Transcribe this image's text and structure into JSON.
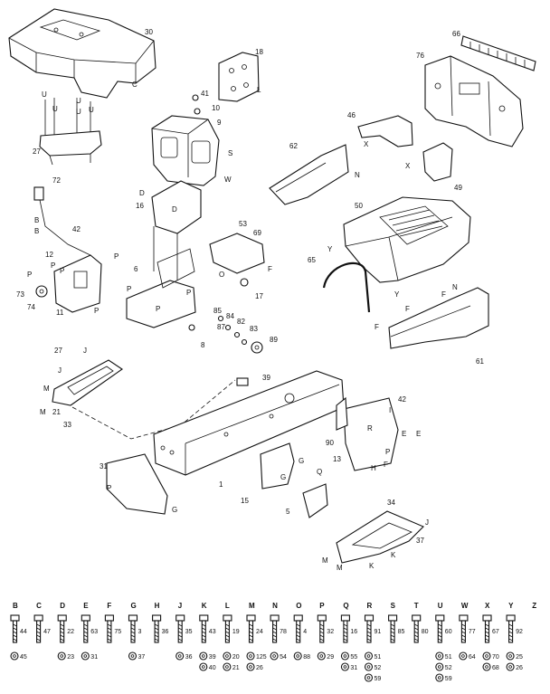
{
  "callouts": [
    {
      "id": "c30",
      "text": "30"
    },
    {
      "id": "cC1",
      "text": "C"
    },
    {
      "id": "c27",
      "text": "27"
    },
    {
      "id": "cU1",
      "text": "U"
    },
    {
      "id": "cU2",
      "text": "U"
    },
    {
      "id": "cU3",
      "text": "U"
    },
    {
      "id": "cU4",
      "text": "U"
    },
    {
      "id": "cU5",
      "text": "U"
    },
    {
      "id": "c18",
      "text": "18"
    },
    {
      "id": "cL1",
      "text": "L"
    },
    {
      "id": "c41",
      "text": "41"
    },
    {
      "id": "c10",
      "text": "10"
    },
    {
      "id": "c9",
      "text": "9"
    },
    {
      "id": "cS1",
      "text": "S"
    },
    {
      "id": "cW1",
      "text": "W"
    },
    {
      "id": "c66",
      "text": "66"
    },
    {
      "id": "c76",
      "text": "76"
    },
    {
      "id": "c46",
      "text": "46"
    },
    {
      "id": "cX1",
      "text": "X"
    },
    {
      "id": "c62",
      "text": "62"
    },
    {
      "id": "cN1",
      "text": "N"
    },
    {
      "id": "cX2",
      "text": "X"
    },
    {
      "id": "c49",
      "text": "49"
    },
    {
      "id": "c72",
      "text": "72"
    },
    {
      "id": "c16",
      "text": "16"
    },
    {
      "id": "cD1",
      "text": "D"
    },
    {
      "id": "cD2",
      "text": "D"
    },
    {
      "id": "cB1",
      "text": "B"
    },
    {
      "id": "cB2",
      "text": "B"
    },
    {
      "id": "c42a",
      "text": "42"
    },
    {
      "id": "c12",
      "text": "12"
    },
    {
      "id": "cP1",
      "text": "P"
    },
    {
      "id": "cP2",
      "text": "P"
    },
    {
      "id": "cP3",
      "text": "P"
    },
    {
      "id": "cP4",
      "text": "P"
    },
    {
      "id": "cP5",
      "text": "P"
    },
    {
      "id": "c73",
      "text": "73"
    },
    {
      "id": "c74",
      "text": "74"
    },
    {
      "id": "c11",
      "text": "11"
    },
    {
      "id": "c6",
      "text": "6"
    },
    {
      "id": "cP6",
      "text": "P"
    },
    {
      "id": "cP7",
      "text": "P"
    },
    {
      "id": "cP8",
      "text": "P"
    },
    {
      "id": "c53",
      "text": "53"
    },
    {
      "id": "c69",
      "text": "69"
    },
    {
      "id": "cF1",
      "text": "F"
    },
    {
      "id": "cO1",
      "text": "O"
    },
    {
      "id": "c17",
      "text": "17"
    },
    {
      "id": "c50",
      "text": "50"
    },
    {
      "id": "cY1",
      "text": "Y"
    },
    {
      "id": "c65",
      "text": "65"
    },
    {
      "id": "cY2",
      "text": "Y"
    },
    {
      "id": "cN2",
      "text": "N"
    },
    {
      "id": "cF2",
      "text": "F"
    },
    {
      "id": "cF3",
      "text": "F"
    },
    {
      "id": "cF4",
      "text": "F"
    },
    {
      "id": "c61",
      "text": "61"
    },
    {
      "id": "c85",
      "text": "85"
    },
    {
      "id": "c84",
      "text": "84"
    },
    {
      "id": "c87",
      "text": "87"
    },
    {
      "id": "c82",
      "text": "82"
    },
    {
      "id": "c83",
      "text": "83"
    },
    {
      "id": "c8",
      "text": "8"
    },
    {
      "id": "c89",
      "text": "89"
    },
    {
      "id": "c27b",
      "text": "27"
    },
    {
      "id": "cJ1",
      "text": "J"
    },
    {
      "id": "cJ2",
      "text": "J"
    },
    {
      "id": "cM1",
      "text": "M"
    },
    {
      "id": "cM2",
      "text": "M"
    },
    {
      "id": "c21",
      "text": "21"
    },
    {
      "id": "c33",
      "text": "33"
    },
    {
      "id": "c39",
      "text": "39"
    },
    {
      "id": "c42b",
      "text": "42"
    },
    {
      "id": "cI1",
      "text": "I"
    },
    {
      "id": "cE1",
      "text": "E"
    },
    {
      "id": "cE2",
      "text": "E"
    },
    {
      "id": "c90",
      "text": "90"
    },
    {
      "id": "cR1",
      "text": "R"
    },
    {
      "id": "cP9",
      "text": "P"
    },
    {
      "id": "c13",
      "text": "13"
    },
    {
      "id": "cH1",
      "text": "H"
    },
    {
      "id": "cF5",
      "text": "F"
    },
    {
      "id": "cG1",
      "text": "G"
    },
    {
      "id": "cG2",
      "text": "G"
    },
    {
      "id": "c15",
      "text": "15"
    },
    {
      "id": "cQ1",
      "text": "Q"
    },
    {
      "id": "c5",
      "text": "5"
    },
    {
      "id": "c31",
      "text": "31"
    },
    {
      "id": "cP10",
      "text": "P"
    },
    {
      "id": "cG3",
      "text": "G"
    },
    {
      "id": "c1",
      "text": "1"
    },
    {
      "id": "c34",
      "text": "34"
    },
    {
      "id": "cJ3",
      "text": "J"
    },
    {
      "id": "c37",
      "text": "37"
    },
    {
      "id": "cM3",
      "text": "M"
    },
    {
      "id": "cM4",
      "text": "M"
    },
    {
      "id": "cK1",
      "text": "K"
    },
    {
      "id": "cK2",
      "text": "K"
    }
  ],
  "hardware": {
    "columns": [
      {
        "letter": "B",
        "part": "44",
        "sub": [
          "45"
        ]
      },
      {
        "letter": "C",
        "part": "47",
        "sub": []
      },
      {
        "letter": "D",
        "part": "22",
        "sub": [
          "23"
        ]
      },
      {
        "letter": "E",
        "part": "63",
        "sub": [
          "31"
        ]
      },
      {
        "letter": "F",
        "part": "75",
        "sub": []
      },
      {
        "letter": "G",
        "part": "3",
        "sub": [
          "37"
        ]
      },
      {
        "letter": "H",
        "part": "36",
        "sub": []
      },
      {
        "letter": "J",
        "part": "35",
        "sub": [
          "36"
        ]
      },
      {
        "letter": "K",
        "part": "43",
        "sub": [
          "39",
          "40"
        ]
      },
      {
        "letter": "L",
        "part": "19",
        "sub": [
          "20",
          "21"
        ]
      },
      {
        "letter": "M",
        "part": "24",
        "sub": [
          "125",
          "26"
        ]
      },
      {
        "letter": "N",
        "part": "78",
        "sub": [
          "54"
        ]
      },
      {
        "letter": "O",
        "part": "4",
        "sub": [
          "88"
        ]
      },
      {
        "letter": "P",
        "part": "32",
        "sub": [
          "29"
        ]
      },
      {
        "letter": "Q",
        "part": "16",
        "sub": [
          "55",
          "31"
        ]
      },
      {
        "letter": "R",
        "part": "91",
        "sub": [
          "51",
          "52",
          "59"
        ]
      },
      {
        "letter": "S",
        "part": "85",
        "sub": []
      },
      {
        "letter": "T",
        "part": "80",
        "sub": []
      },
      {
        "letter": "U",
        "part": "60",
        "sub": [
          "51",
          "52",
          "59"
        ]
      },
      {
        "letter": "W",
        "part": "77",
        "sub": [
          "64"
        ]
      },
      {
        "letter": "X",
        "part": "67",
        "sub": [
          "70",
          "68"
        ]
      },
      {
        "letter": "Y",
        "part": "92",
        "sub": [
          "25",
          "26"
        ]
      },
      {
        "letter": "Z",
        "part": "",
        "sub": []
      }
    ]
  }
}
